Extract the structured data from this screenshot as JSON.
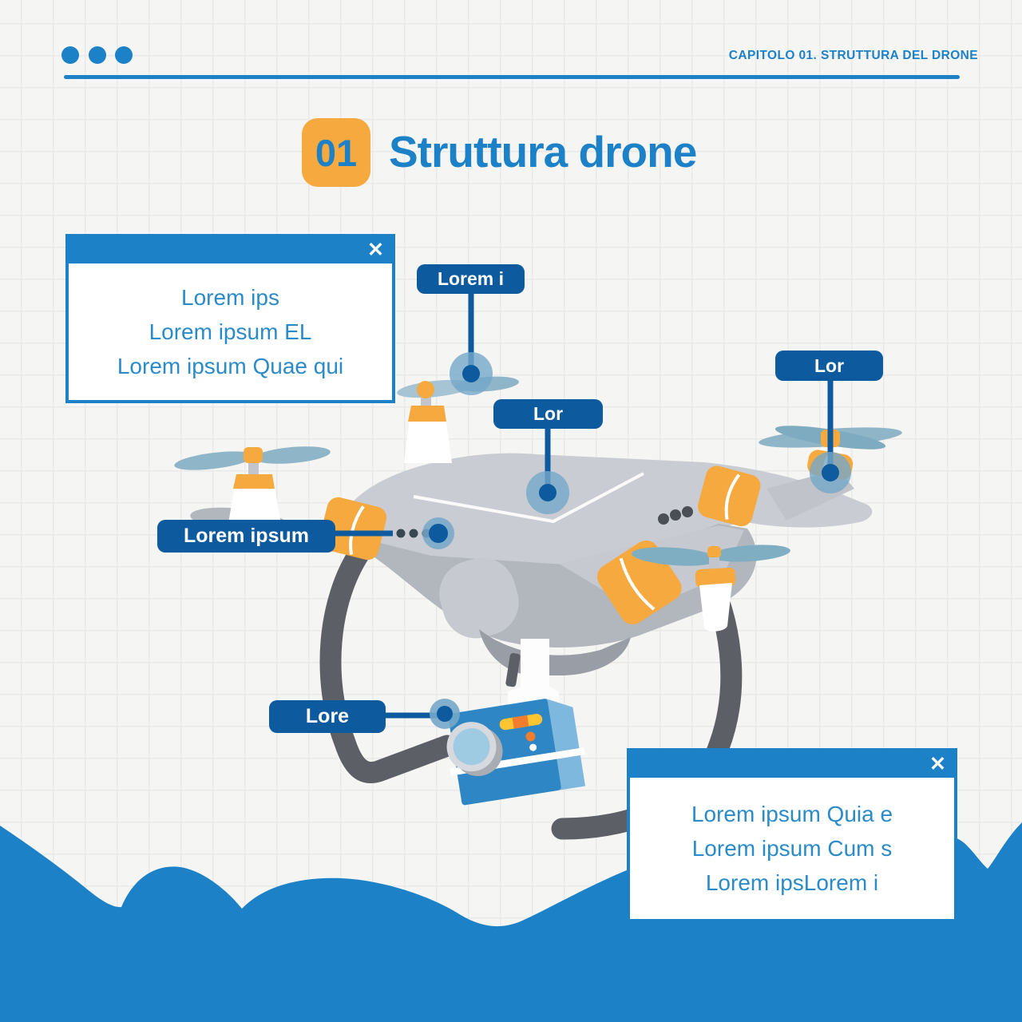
{
  "header": {
    "chapter": "CAPITOLO 01. STRUTTURA DEL DRONE"
  },
  "title": {
    "badge": "01",
    "text": "Struttura drone"
  },
  "icons": {
    "close": "✕",
    "window_dots": "three-dots"
  },
  "colors": {
    "accent_blue": "#1c81c7",
    "label_navy": "#0d5b9e",
    "popup_text_blue": "#2a8bc9",
    "orange": "#f5a93f",
    "drone_gray": "#c9ccd2",
    "wave_blue": "#1c81c7"
  },
  "popups": {
    "top_left": {
      "lines": [
        "Lorem ips",
        "Lorem ipsum EL",
        "Lorem ipsum Quae qui"
      ]
    },
    "bottom_right": {
      "lines": [
        "Lorem ipsum Quia e",
        "Lorem ipsum Cum s",
        "Lorem ipsLorem i"
      ]
    }
  },
  "callouts": [
    {
      "part": "front-left-propeller",
      "label": "Lorem i"
    },
    {
      "part": "body-top",
      "label": "Lor"
    },
    {
      "part": "right-motor",
      "label": "Lor"
    },
    {
      "part": "left-arm",
      "label": "Lorem ipsum"
    },
    {
      "part": "camera",
      "label": "Lore"
    }
  ]
}
